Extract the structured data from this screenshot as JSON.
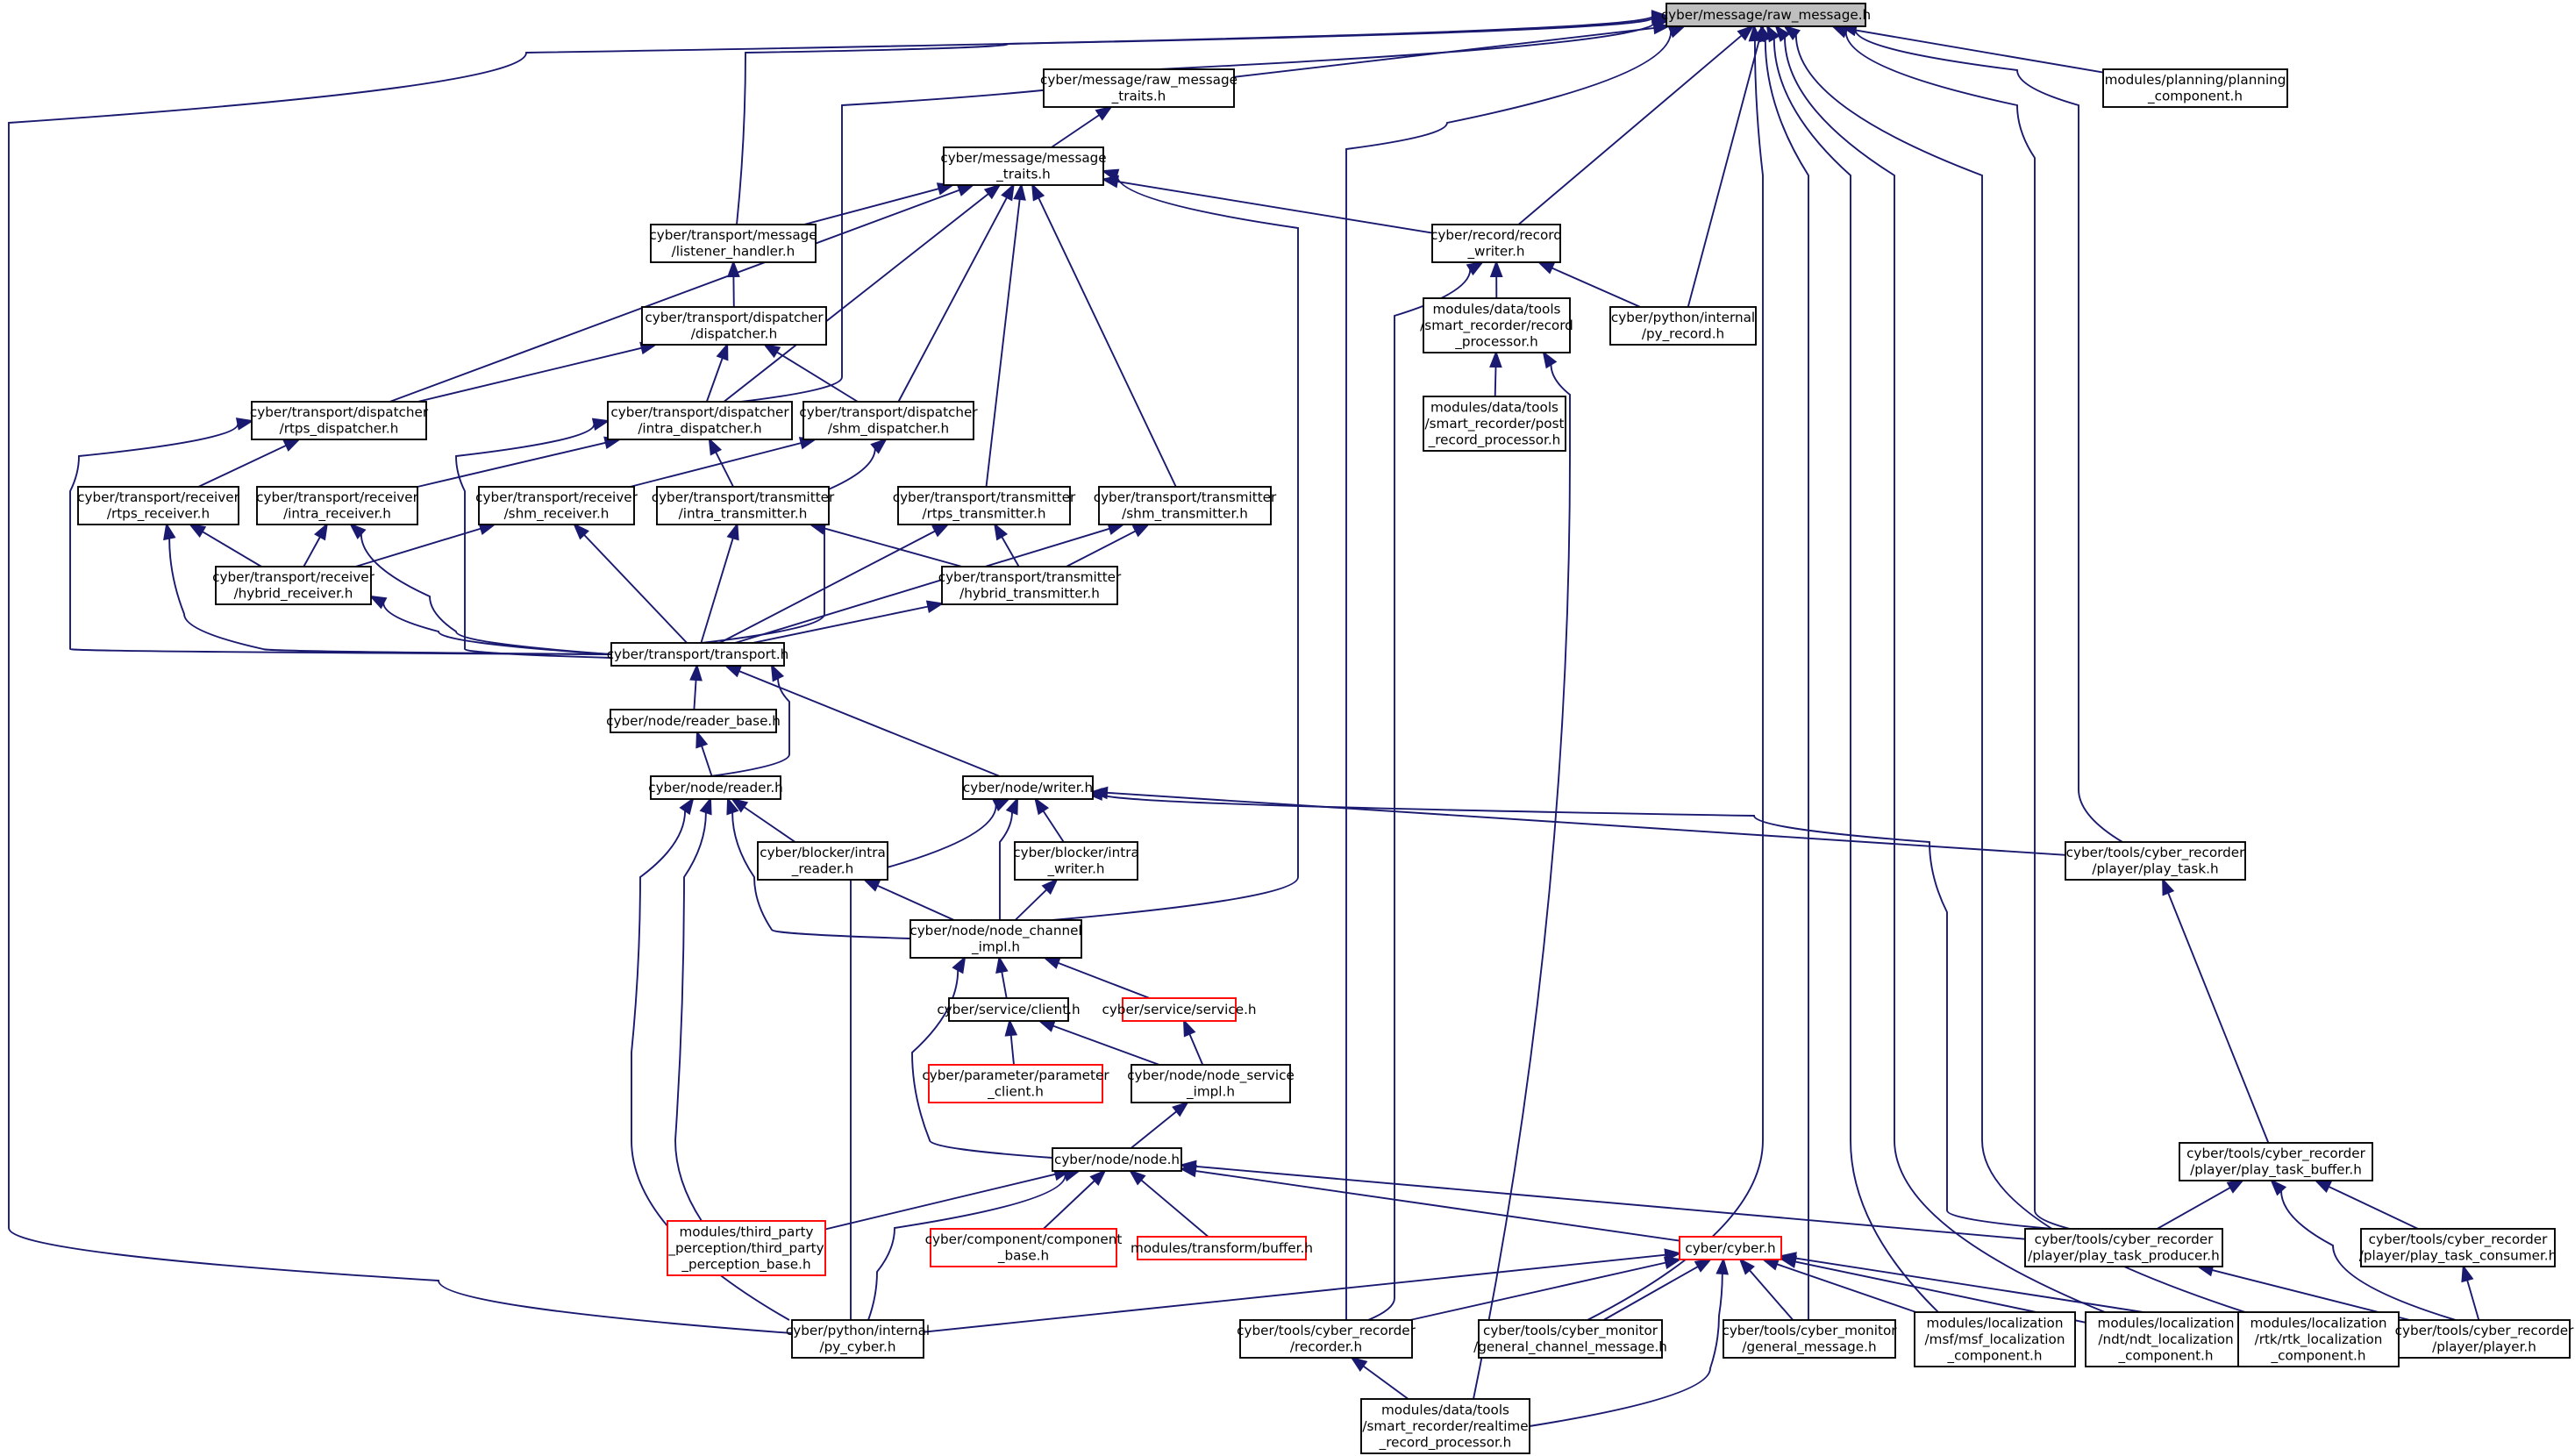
{
  "graph": {
    "root": "raw_message",
    "colors": {
      "edge": "#191970",
      "root_fill": "#bfbfbf",
      "box_border": "#000000",
      "truncated_border": "#ff0000",
      "background": "#ffffff"
    },
    "nodes": [
      {
        "id": "raw_message",
        "lines": [
          "cyber/message/raw_message.h"
        ]
      },
      {
        "id": "raw_message_traits",
        "lines": [
          "cyber/message/raw_message",
          "_traits.h"
        ]
      },
      {
        "id": "planning_component",
        "lines": [
          "modules/planning/planning",
          "_component.h"
        ]
      },
      {
        "id": "message_traits",
        "lines": [
          "cyber/message/message",
          "_traits.h"
        ]
      },
      {
        "id": "listener_handler",
        "lines": [
          "cyber/transport/message",
          "/listener_handler.h"
        ]
      },
      {
        "id": "record_writer",
        "lines": [
          "cyber/record/record",
          "_writer.h"
        ]
      },
      {
        "id": "dispatcher",
        "lines": [
          "cyber/transport/dispatcher",
          "/dispatcher.h"
        ]
      },
      {
        "id": "record_processor",
        "lines": [
          "modules/data/tools",
          "/smart_recorder/record",
          "_processor.h"
        ]
      },
      {
        "id": "py_record",
        "lines": [
          "cyber/python/internal",
          "/py_record.h"
        ]
      },
      {
        "id": "rtps_dispatcher",
        "lines": [
          "cyber/transport/dispatcher",
          "/rtps_dispatcher.h"
        ]
      },
      {
        "id": "intra_dispatcher",
        "lines": [
          "cyber/transport/dispatcher",
          "/intra_dispatcher.h"
        ]
      },
      {
        "id": "shm_dispatcher",
        "lines": [
          "cyber/transport/dispatcher",
          "/shm_dispatcher.h"
        ]
      },
      {
        "id": "post_record_processor",
        "lines": [
          "modules/data/tools",
          "/smart_recorder/post",
          "_record_processor.h"
        ]
      },
      {
        "id": "rtps_receiver",
        "lines": [
          "cyber/transport/receiver",
          "/rtps_receiver.h"
        ]
      },
      {
        "id": "intra_receiver",
        "lines": [
          "cyber/transport/receiver",
          "/intra_receiver.h"
        ]
      },
      {
        "id": "shm_receiver",
        "lines": [
          "cyber/transport/receiver",
          "/shm_receiver.h"
        ]
      },
      {
        "id": "intra_transmitter",
        "lines": [
          "cyber/transport/transmitter",
          "/intra_transmitter.h"
        ]
      },
      {
        "id": "rtps_transmitter",
        "lines": [
          "cyber/transport/transmitter",
          "/rtps_transmitter.h"
        ]
      },
      {
        "id": "shm_transmitter",
        "lines": [
          "cyber/transport/transmitter",
          "/shm_transmitter.h"
        ]
      },
      {
        "id": "hybrid_receiver",
        "lines": [
          "cyber/transport/receiver",
          "/hybrid_receiver.h"
        ]
      },
      {
        "id": "hybrid_transmitter",
        "lines": [
          "cyber/transport/transmitter",
          "/hybrid_transmitter.h"
        ]
      },
      {
        "id": "transport",
        "lines": [
          "cyber/transport/transport.h"
        ]
      },
      {
        "id": "reader_base",
        "lines": [
          "cyber/node/reader_base.h"
        ]
      },
      {
        "id": "reader",
        "lines": [
          "cyber/node/reader.h"
        ]
      },
      {
        "id": "writer",
        "lines": [
          "cyber/node/writer.h"
        ]
      },
      {
        "id": "intra_reader",
        "lines": [
          "cyber/blocker/intra",
          "_reader.h"
        ]
      },
      {
        "id": "intra_writer",
        "lines": [
          "cyber/blocker/intra",
          "_writer.h"
        ]
      },
      {
        "id": "play_task",
        "lines": [
          "cyber/tools/cyber_recorder",
          "/player/play_task.h"
        ]
      },
      {
        "id": "node_channel_impl",
        "lines": [
          "cyber/node/node_channel",
          "_impl.h"
        ]
      },
      {
        "id": "client",
        "lines": [
          "cyber/service/client.h"
        ]
      },
      {
        "id": "service",
        "lines": [
          "cyber/service/service.h"
        ],
        "truncated": true
      },
      {
        "id": "parameter_client",
        "lines": [
          "cyber/parameter/parameter",
          "_client.h"
        ],
        "truncated": true
      },
      {
        "id": "node_service_impl",
        "lines": [
          "cyber/node/node_service",
          "_impl.h"
        ]
      },
      {
        "id": "play_task_buffer",
        "lines": [
          "cyber/tools/cyber_recorder",
          "/player/play_task_buffer.h"
        ]
      },
      {
        "id": "node",
        "lines": [
          "cyber/node/node.h"
        ]
      },
      {
        "id": "third_party_perception",
        "lines": [
          "modules/third_party",
          "_perception/third_party",
          "_perception_base.h"
        ],
        "truncated": true
      },
      {
        "id": "component_base",
        "lines": [
          "cyber/component/component",
          "_base.h"
        ],
        "truncated": true
      },
      {
        "id": "transform_buffer",
        "lines": [
          "modules/transform/buffer.h"
        ],
        "truncated": true
      },
      {
        "id": "cyber",
        "lines": [
          "cyber/cyber.h"
        ],
        "truncated": true
      },
      {
        "id": "play_task_producer",
        "lines": [
          "cyber/tools/cyber_recorder",
          "/player/play_task_producer.h"
        ]
      },
      {
        "id": "play_task_consumer",
        "lines": [
          "cyber/tools/cyber_recorder",
          "/player/play_task_consumer.h"
        ]
      },
      {
        "id": "py_cyber",
        "lines": [
          "cyber/python/internal",
          "/py_cyber.h"
        ]
      },
      {
        "id": "recorder",
        "lines": [
          "cyber/tools/cyber_recorder",
          "/recorder.h"
        ]
      },
      {
        "id": "general_channel_message",
        "lines": [
          "cyber/tools/cyber_monitor",
          "/general_channel_message.h"
        ]
      },
      {
        "id": "general_message",
        "lines": [
          "cyber/tools/cyber_monitor",
          "/general_message.h"
        ]
      },
      {
        "id": "msf_localization",
        "lines": [
          "modules/localization",
          "/msf/msf_localization",
          "_component.h"
        ]
      },
      {
        "id": "ndt_localization",
        "lines": [
          "modules/localization",
          "/ndt/ndt_localization",
          "_component.h"
        ]
      },
      {
        "id": "rtk_localization",
        "lines": [
          "modules/localization",
          "/rtk/rtk_localization",
          "_component.h"
        ]
      },
      {
        "id": "player",
        "lines": [
          "cyber/tools/cyber_recorder",
          "/player/player.h"
        ]
      },
      {
        "id": "realtime_record_processor",
        "lines": [
          "modules/data/tools",
          "/smart_recorder/realtime",
          "_record_processor.h"
        ]
      }
    ],
    "edges": [
      [
        "raw_message",
        "raw_message_traits"
      ],
      [
        "raw_message",
        "planning_component"
      ],
      [
        "raw_message",
        "listener_handler"
      ],
      [
        "raw_message",
        "record_writer"
      ],
      [
        "raw_message",
        "py_record"
      ],
      [
        "raw_message",
        "intra_dispatcher"
      ],
      [
        "raw_message",
        "play_task"
      ],
      [
        "raw_message",
        "play_task_producer"
      ],
      [
        "raw_message",
        "py_cyber"
      ],
      [
        "raw_message",
        "recorder"
      ],
      [
        "raw_message",
        "general_channel_message"
      ],
      [
        "raw_message",
        "general_message"
      ],
      [
        "raw_message",
        "msf_localization"
      ],
      [
        "raw_message",
        "ndt_localization"
      ],
      [
        "raw_message",
        "rtk_localization"
      ],
      [
        "raw_message_traits",
        "message_traits"
      ],
      [
        "message_traits",
        "listener_handler"
      ],
      [
        "message_traits",
        "record_writer"
      ],
      [
        "message_traits",
        "rtps_dispatcher"
      ],
      [
        "message_traits",
        "intra_dispatcher"
      ],
      [
        "message_traits",
        "shm_dispatcher"
      ],
      [
        "message_traits",
        "rtps_transmitter"
      ],
      [
        "message_traits",
        "shm_transmitter"
      ],
      [
        "message_traits",
        "node_channel_impl"
      ],
      [
        "listener_handler",
        "dispatcher"
      ],
      [
        "dispatcher",
        "rtps_dispatcher"
      ],
      [
        "dispatcher",
        "intra_dispatcher"
      ],
      [
        "dispatcher",
        "shm_dispatcher"
      ],
      [
        "record_writer",
        "record_processor"
      ],
      [
        "record_writer",
        "py_record"
      ],
      [
        "record_writer",
        "recorder"
      ],
      [
        "record_processor",
        "post_record_processor"
      ],
      [
        "record_processor",
        "realtime_record_processor"
      ],
      [
        "rtps_dispatcher",
        "rtps_receiver"
      ],
      [
        "rtps_dispatcher",
        "transport"
      ],
      [
        "intra_dispatcher",
        "intra_receiver"
      ],
      [
        "intra_dispatcher",
        "intra_transmitter"
      ],
      [
        "intra_dispatcher",
        "transport"
      ],
      [
        "shm_dispatcher",
        "shm_receiver"
      ],
      [
        "shm_dispatcher",
        "transport"
      ],
      [
        "rtps_receiver",
        "hybrid_receiver"
      ],
      [
        "rtps_receiver",
        "transport"
      ],
      [
        "intra_receiver",
        "hybrid_receiver"
      ],
      [
        "intra_receiver",
        "transport"
      ],
      [
        "shm_receiver",
        "hybrid_receiver"
      ],
      [
        "shm_receiver",
        "transport"
      ],
      [
        "intra_transmitter",
        "hybrid_transmitter"
      ],
      [
        "intra_transmitter",
        "transport"
      ],
      [
        "rtps_transmitter",
        "hybrid_transmitter"
      ],
      [
        "rtps_transmitter",
        "transport"
      ],
      [
        "shm_transmitter",
        "hybrid_transmitter"
      ],
      [
        "shm_transmitter",
        "transport"
      ],
      [
        "hybrid_receiver",
        "transport"
      ],
      [
        "hybrid_transmitter",
        "transport"
      ],
      [
        "transport",
        "reader_base"
      ],
      [
        "transport",
        "reader"
      ],
      [
        "transport",
        "writer"
      ],
      [
        "reader_base",
        "reader"
      ],
      [
        "reader",
        "intra_reader"
      ],
      [
        "reader",
        "node_channel_impl"
      ],
      [
        "reader",
        "third_party_perception"
      ],
      [
        "reader",
        "py_cyber"
      ],
      [
        "writer",
        "intra_writer"
      ],
      [
        "writer",
        "node_channel_impl"
      ],
      [
        "writer",
        "play_task"
      ],
      [
        "writer",
        "play_task_producer"
      ],
      [
        "writer",
        "py_cyber"
      ],
      [
        "intra_reader",
        "node_channel_impl"
      ],
      [
        "intra_writer",
        "node_channel_impl"
      ],
      [
        "node_channel_impl",
        "client"
      ],
      [
        "node_channel_impl",
        "service"
      ],
      [
        "node_channel_impl",
        "node"
      ],
      [
        "client",
        "parameter_client"
      ],
      [
        "client",
        "node_service_impl"
      ],
      [
        "service",
        "node_service_impl"
      ],
      [
        "node_service_impl",
        "node"
      ],
      [
        "node",
        "third_party_perception"
      ],
      [
        "node",
        "component_base"
      ],
      [
        "node",
        "transform_buffer"
      ],
      [
        "node",
        "cyber"
      ],
      [
        "node",
        "play_task_producer"
      ],
      [
        "node",
        "py_cyber"
      ],
      [
        "play_task",
        "play_task_buffer"
      ],
      [
        "play_task_buffer",
        "play_task_producer"
      ],
      [
        "play_task_buffer",
        "play_task_consumer"
      ],
      [
        "play_task_buffer",
        "player"
      ],
      [
        "play_task_producer",
        "player"
      ],
      [
        "play_task_consumer",
        "player"
      ],
      [
        "cyber",
        "py_cyber"
      ],
      [
        "cyber",
        "recorder"
      ],
      [
        "cyber",
        "general_channel_message"
      ],
      [
        "cyber",
        "general_message"
      ],
      [
        "cyber",
        "msf_localization"
      ],
      [
        "cyber",
        "ndt_localization"
      ],
      [
        "cyber",
        "rtk_localization"
      ],
      [
        "cyber",
        "realtime_record_processor"
      ],
      [
        "recorder",
        "realtime_record_processor"
      ]
    ]
  }
}
